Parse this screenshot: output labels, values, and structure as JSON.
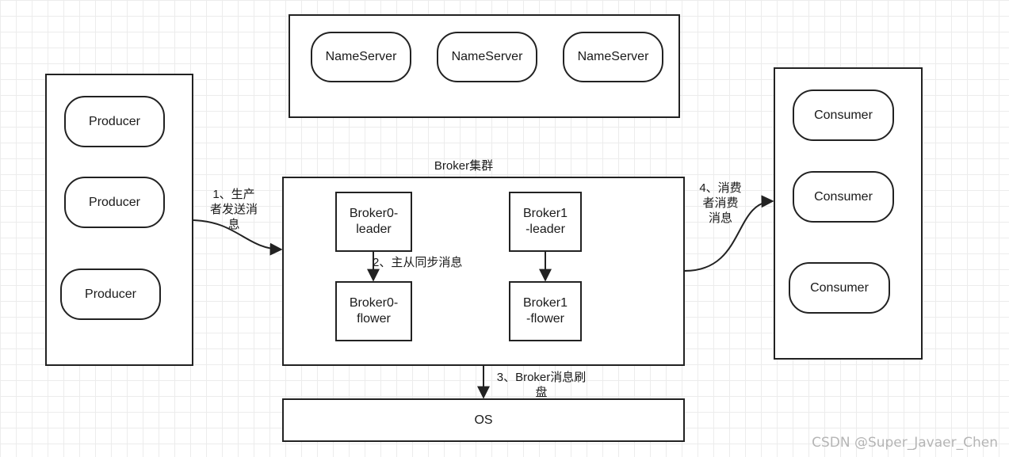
{
  "nameserver_cluster": {
    "servers": [
      {
        "label": "NameServer"
      },
      {
        "label": "NameServer"
      },
      {
        "label": "NameServer"
      }
    ]
  },
  "producers": [
    {
      "label": "Producer"
    },
    {
      "label": "Producer"
    },
    {
      "label": "Producer"
    }
  ],
  "consumers": [
    {
      "label": "Consumer"
    },
    {
      "label": "Consumer"
    },
    {
      "label": "Consumer"
    }
  ],
  "broker_cluster": {
    "title": "Broker集群",
    "broker0_leader": "Broker0-\nleader",
    "broker0_flower": "Broker0-\nflower",
    "broker1_leader": "Broker1\n-leader",
    "broker1_flower": "Broker1\n-flower"
  },
  "os": {
    "label": "OS"
  },
  "edges": {
    "produce": "1、生产\n者发送消\n息",
    "sync": "2、主从同步消息",
    "flush": "3、Broker消息刷\n盘",
    "consume": "4、消费\n者消费\n消息"
  },
  "watermark": "CSDN @Super_Javaer_Chen",
  "colors": {
    "stroke": "#222222",
    "grid": "#ececec",
    "background": "#ffffff"
  }
}
